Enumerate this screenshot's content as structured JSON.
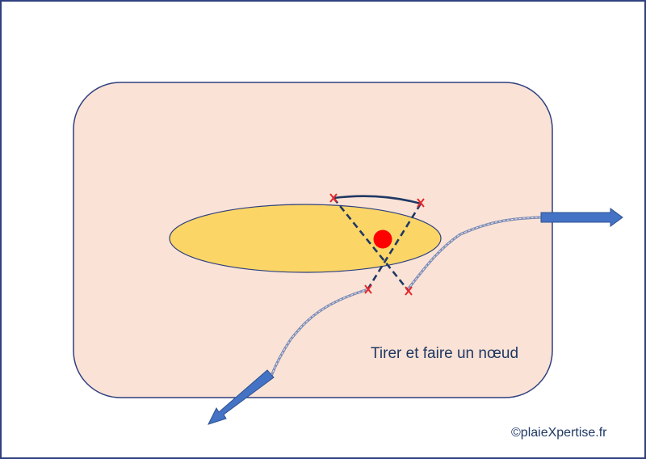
{
  "caption": "Tirer et faire un nœud",
  "copyright": "©plaieXpertise.fr",
  "colors": {
    "frame": "#2f3f7f",
    "skin": "#fae3d6",
    "wound": "#fbd666",
    "suture_line": "#1f3864",
    "cross_marks": "#e8262a",
    "dot": "#ff0000",
    "thread": "#9aa4c4",
    "arrow": "#4472c4"
  },
  "icons": {
    "needle_mark": "x-mark",
    "direction": "arrow"
  }
}
